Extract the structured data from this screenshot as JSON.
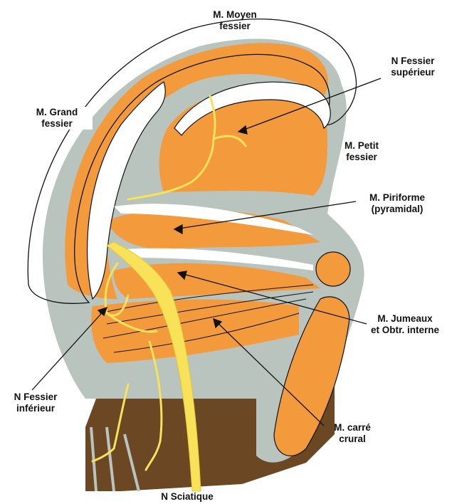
{
  "labels": {
    "moyen_fessier": [
      "M. Moyen",
      "fessier"
    ],
    "n_fessier_superieur": [
      "N Fessier",
      "supérieur"
    ],
    "grand_fessier": [
      "M. Grand",
      "fessier"
    ],
    "petit_fessier": [
      "M. Petit",
      "fessier"
    ],
    "piriforme": [
      "M. Piriforme",
      "(pyramidal)"
    ],
    "jumeaux": [
      "M. Jumeaux",
      "et Obtr. interne"
    ],
    "n_fessier_inferieur": [
      "N Fessier",
      "inférieur"
    ],
    "carre_crural": [
      "M. carré",
      "crural"
    ],
    "n_sciatique": "N Sciatique"
  },
  "colors": {
    "muscle": "#f39a3c",
    "tendon": "#b8c4bd",
    "deep_muscle": "#6b4724",
    "nerve": "#f7e259",
    "outline": "#111111"
  }
}
